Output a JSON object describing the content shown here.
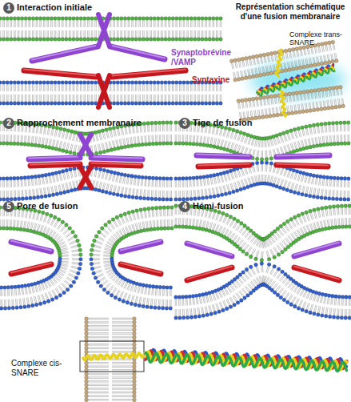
{
  "diagram": {
    "title": "Représentation schématique d'une fusion membranaire",
    "labels": [
      "1",
      "Interaction initiale",
      "Synaptobrévine /VAMP",
      "Syntaxine",
      "Complexe trans-SNARE",
      "2",
      "Rapprochement membranaire",
      "3",
      "Tige de fusion",
      "5",
      "Pore de fusion",
      "4",
      "Hémi-fusion",
      "Complexe cis-SNARE"
    ]
  }
}
